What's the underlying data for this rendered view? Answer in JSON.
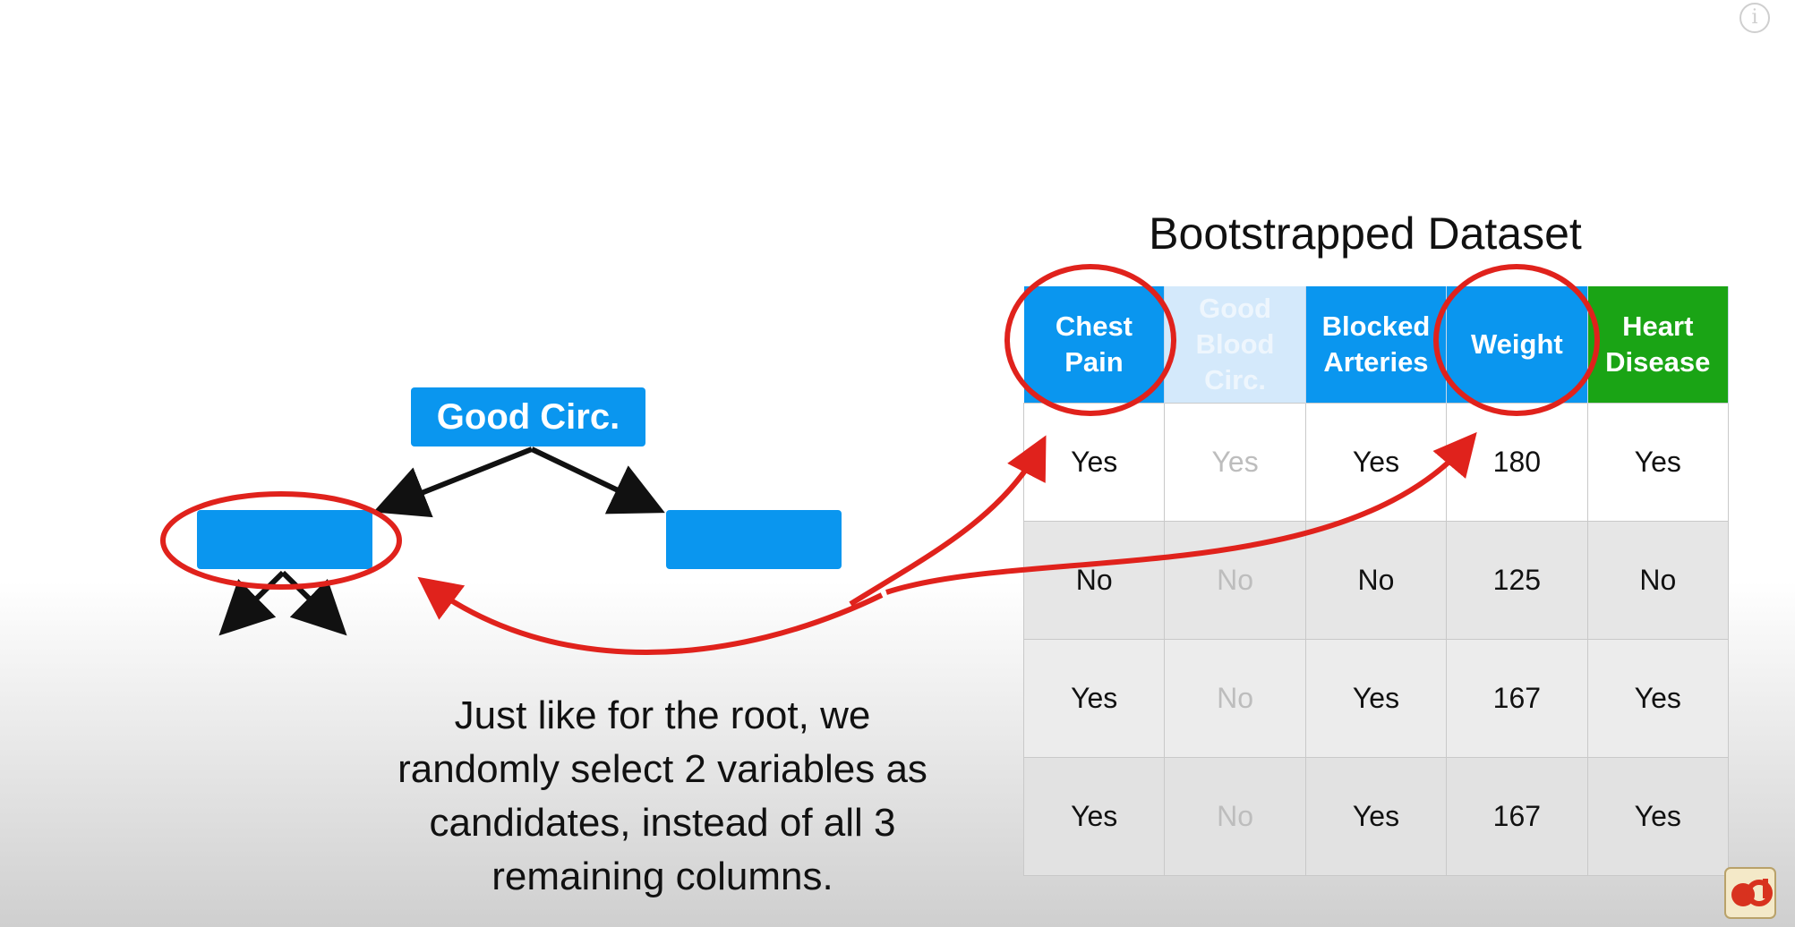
{
  "dataset_title": "Bootstrapped Dataset",
  "root_node_label": "Good Circ.",
  "columns": [
    {
      "label": "Chest Pain",
      "style": "blue"
    },
    {
      "label": "Good Blood Circ.",
      "style": "pale"
    },
    {
      "label": "Blocked Arteries",
      "style": "blue"
    },
    {
      "label": "Weight",
      "style": "blue"
    },
    {
      "label": "Heart Disease",
      "style": "green"
    }
  ],
  "rows": [
    [
      "Yes",
      "Yes",
      "Yes",
      "180",
      "Yes"
    ],
    [
      "No",
      "No",
      "No",
      "125",
      "No"
    ],
    [
      "Yes",
      "No",
      "Yes",
      "167",
      "Yes"
    ],
    [
      "Yes",
      "No",
      "Yes",
      "167",
      "Yes"
    ]
  ],
  "caption_lines": [
    "Just like for the root, we",
    "randomly select 2 variables as",
    "candidates, instead of all 3",
    "remaining columns."
  ],
  "colors": {
    "node_blue": "#0a96ef",
    "header_pale": "#d4e9fb",
    "header_green": "#1aa415",
    "annotation_red": "#e0221c"
  },
  "icons": [
    "info-icon",
    "channel-logo"
  ]
}
